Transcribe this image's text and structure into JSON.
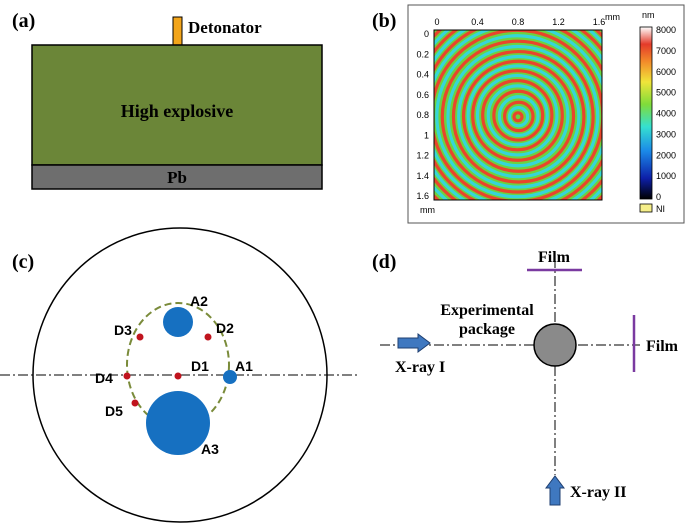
{
  "panels": {
    "a": {
      "label": "(a)",
      "detonator": "Detonator",
      "explosive": "High explosive",
      "plate": "Pb",
      "colors": {
        "explosive": "#6b8638",
        "plate": "#6e6e6e",
        "detonator": "#f3a51a"
      }
    },
    "b": {
      "label": "(b)",
      "x_ticks": [
        "0",
        "0.4",
        "0.8",
        "1.2",
        "1.6"
      ],
      "y_ticks": [
        "0",
        "0.2",
        "0.4",
        "0.6",
        "0.8",
        "1",
        "1.2",
        "1.4",
        "1.6"
      ],
      "x_unit": "mm",
      "y_unit": "mm",
      "colorbar_unit": "nm",
      "colorbar_ticks": [
        "8000",
        "7000",
        "6000",
        "5000",
        "4000",
        "3000",
        "2000",
        "1000",
        "0"
      ],
      "colorbar_extra": "NI"
    },
    "c": {
      "label": "(c)",
      "points": [
        "D1",
        "D2",
        "D3",
        "D4",
        "D5"
      ],
      "areas": [
        "A1",
        "A2",
        "A3"
      ],
      "colors": {
        "area": "#1670c1",
        "point": "#c0141e",
        "dash": "#7a8b3a"
      }
    },
    "d": {
      "label": "(d)",
      "film_top": "Film",
      "film_right": "Film",
      "package_line1": "Experimental",
      "package_line2": "package",
      "xray1": "X-ray I",
      "xray2": "X-ray II",
      "colors": {
        "film": "#7a3aa0",
        "arrow": "#3f78c0",
        "package": "#8a8a8a"
      }
    }
  }
}
